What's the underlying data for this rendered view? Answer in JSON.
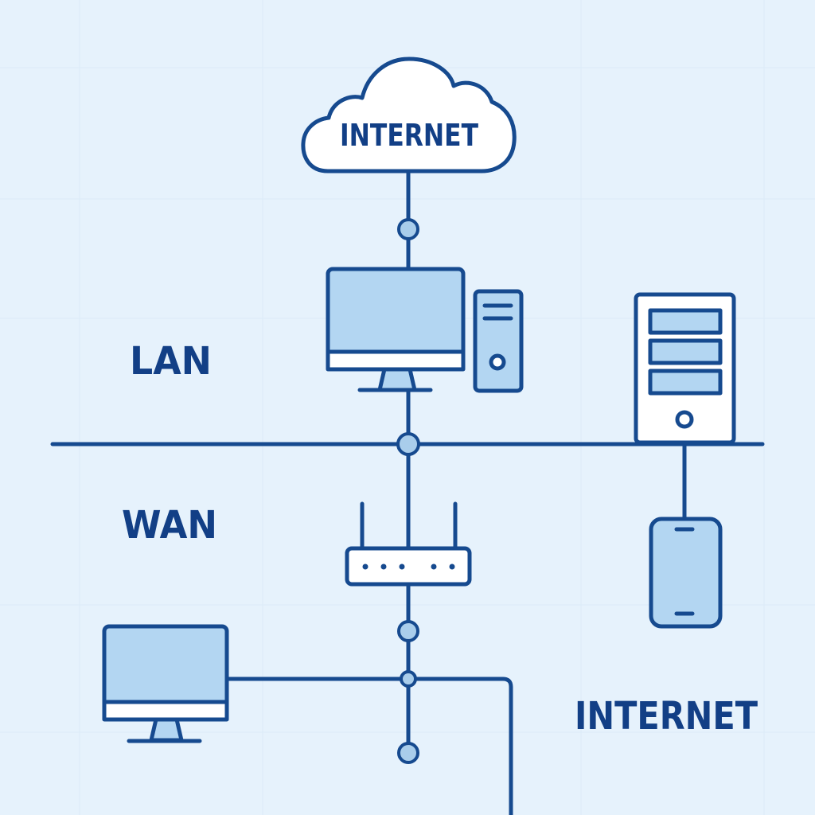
{
  "labels": {
    "cloud": "INTERNET",
    "lan": "LAN",
    "wan": "WAN",
    "internet_bottom": "INTERNET"
  },
  "colors": {
    "background": "#e6f2fc",
    "stroke": "#164a8f",
    "fill_light": "#b3d6f2",
    "fill_white": "#ffffff",
    "text": "#123f86"
  },
  "icons": {
    "cloud": "cloud-icon",
    "desktop": "desktop-computer-icon",
    "tower": "pc-tower-icon",
    "server": "server-icon",
    "router": "router-icon",
    "phone": "smartphone-icon"
  }
}
